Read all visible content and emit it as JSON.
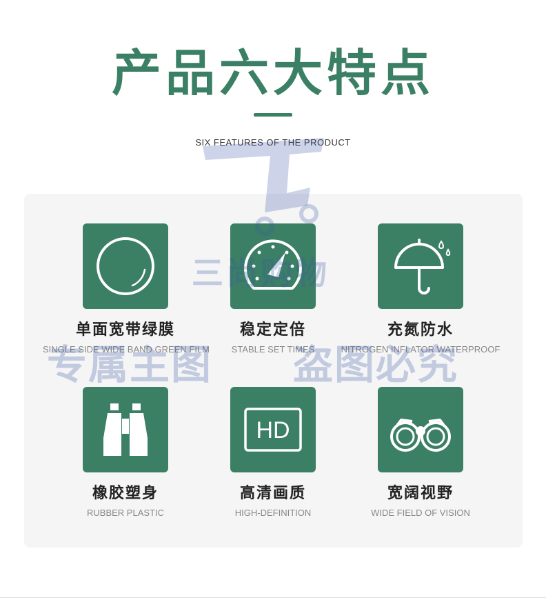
{
  "header": {
    "title": "产品六大特点",
    "subtitle": "SIX FEATURES OF THE PRODUCT"
  },
  "features": [
    {
      "icon": "lens-icon",
      "title": "单面宽带绿膜",
      "subtitle": "SINGLE SIDE WIDE BAND GREEN FILM"
    },
    {
      "icon": "gauge-icon",
      "title": "稳定定倍",
      "subtitle": "STABLE SET TIMES"
    },
    {
      "icon": "umbrella-icon",
      "title": "充氮防水",
      "subtitle": "NITROGEN INFLATOR WATERPROOF"
    },
    {
      "icon": "binoculars-body-icon",
      "title": "橡胶塑身",
      "subtitle": "RUBBER PLASTIC"
    },
    {
      "icon": "hd-icon",
      "title": "高清画质",
      "subtitle": "HIGH-DEFINITION"
    },
    {
      "icon": "binoculars-front-icon",
      "title": "宽阔视野",
      "subtitle": "WIDE FIELD OF VISION"
    }
  ],
  "icon_labels": {
    "hd": "HD"
  },
  "watermark": {
    "brand": "三尚购物",
    "left": "专属主图",
    "right": "盗图必究"
  },
  "colors": {
    "accent": "#3b7f65",
    "panel": "#f5f5f5",
    "text_dark": "#222222",
    "text_muted": "#888888"
  }
}
